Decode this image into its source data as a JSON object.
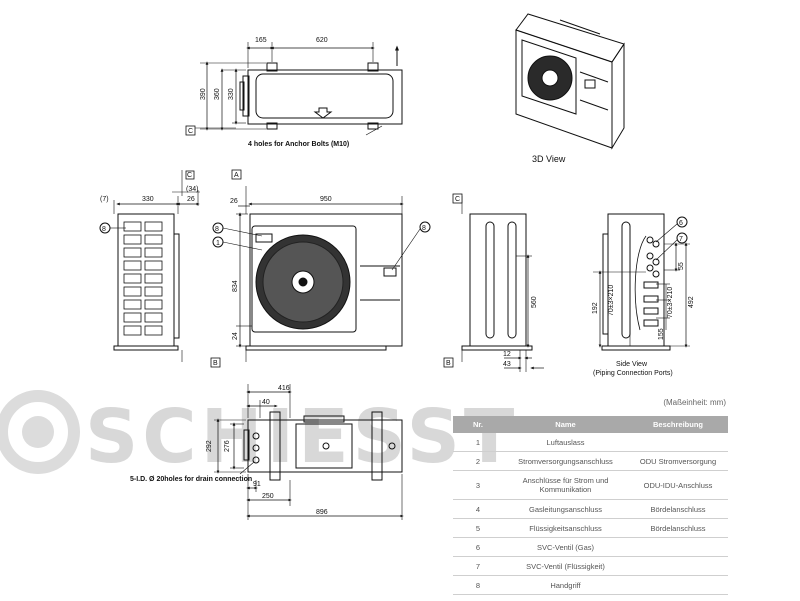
{
  "watermark": {
    "text": "SCHIESST"
  },
  "labels": {
    "view_3d": "3D View",
    "anchor_note": "4 holes for Anchor Bolts (M10)",
    "drain_note": "5-I.D. Ø 20holes for drain connection",
    "side_view_title": "Side View",
    "side_view_subtitle": "(Piping Connection Ports)",
    "section_c": "C",
    "section_a": "A",
    "section_b": "B"
  },
  "dims": {
    "top_165": "165",
    "top_620": "620",
    "top_390": "390",
    "top_360": "360",
    "top_330": "330",
    "side_7": "(7)",
    "side_330": "330",
    "side_34": "(34)",
    "side_26": "26",
    "front_26": "26",
    "front_950": "950",
    "front_834": "834",
    "front_24": "24",
    "right_560": "560",
    "right_12": "12",
    "right_43": "43",
    "pipe_55": "55",
    "pipe_70a": "70±3×210",
    "pipe_70b": "70±3×210",
    "pipe_492": "492",
    "pipe_192": "192",
    "pipe_155": "155",
    "bot_416": "416",
    "bot_40": "40",
    "bot_292": "292",
    "bot_276": "276",
    "bot_91": "91",
    "bot_250": "250",
    "bot_896": "896"
  },
  "callouts": {
    "n1": "1",
    "n6": "6",
    "n7": "7",
    "n8": "8"
  },
  "table": {
    "unit_note": "(Maßeinheit: mm)",
    "headers": {
      "nr": "Nr.",
      "name": "Name",
      "desc": "Beschreibung"
    },
    "rows": [
      {
        "nr": "1",
        "name": "Luftauslass",
        "desc": ""
      },
      {
        "nr": "2",
        "name": "Stromversorgungsanschluss",
        "desc": "ODU Stromversorgung"
      },
      {
        "nr": "3",
        "name": "Anschlüsse für Strom und Kommunikation",
        "desc": "ODU-IDU-Anschluss"
      },
      {
        "nr": "4",
        "name": "Gasleitungsanschluss",
        "desc": "Bördelanschluss"
      },
      {
        "nr": "5",
        "name": "Flüssigkeitsanschluss",
        "desc": "Bördelanschluss"
      },
      {
        "nr": "6",
        "name": "SVC-Ventil (Gas)",
        "desc": ""
      },
      {
        "nr": "7",
        "name": "SVC-Ventil (Flüssigkeit)",
        "desc": ""
      },
      {
        "nr": "8",
        "name": "Handgriff",
        "desc": ""
      }
    ]
  }
}
